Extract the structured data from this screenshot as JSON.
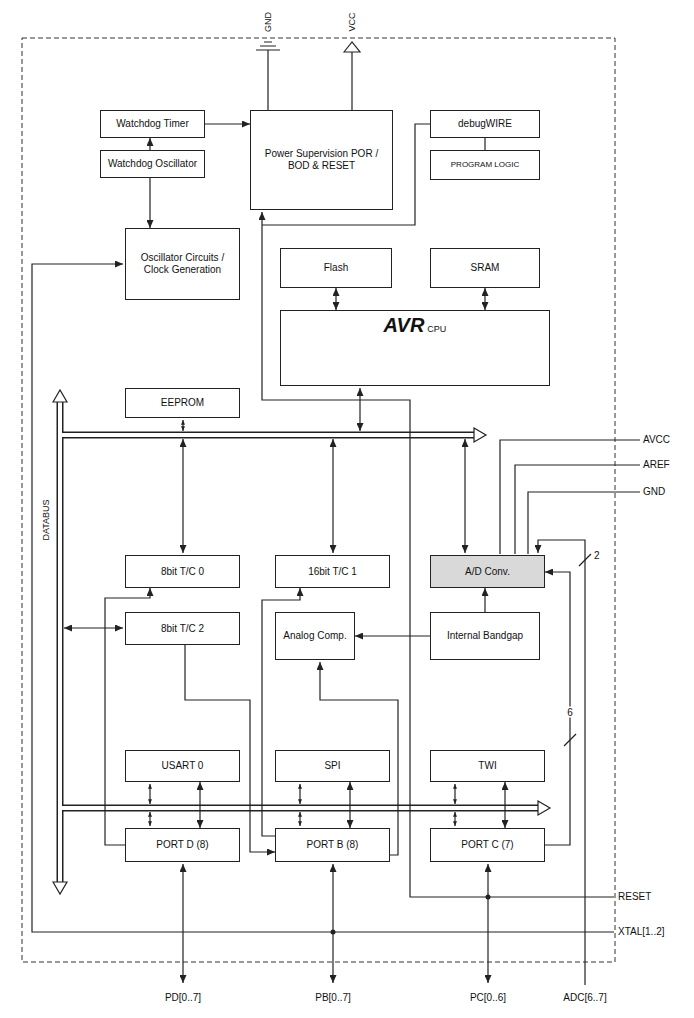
{
  "diagram": {
    "nodes": [
      {
        "text": [
          "Watchdog Timer"
        ]
      },
      {
        "text": [
          "Watchdog Oscillator"
        ]
      },
      {
        "text": [
          "Oscillator Circuits / Clock Generation"
        ]
      },
      {
        "text": [
          "Power Supervision POR / BOD & RESET"
        ]
      },
      {
        "text": [
          "debugWIRE"
        ]
      },
      {
        "text": [
          "PROGRAM LOGIC"
        ]
      },
      {
        "text": [
          "Flash"
        ]
      },
      {
        "text": [
          "SRAM"
        ]
      },
      {
        "text": [
          "AVR",
          "CPU"
        ]
      },
      {
        "text": [
          "EEPROM"
        ]
      },
      {
        "text": [
          "8bit T/C 0"
        ]
      },
      {
        "text": [
          "16bit T/C 1"
        ]
      },
      {
        "text": [
          "A/D Conv."
        ]
      },
      {
        "text": [
          "8bit T/C 2"
        ]
      },
      {
        "text": [
          "Analog Comp."
        ]
      },
      {
        "text": [
          "Internal Bandgap"
        ]
      },
      {
        "text": [
          "USART 0"
        ]
      },
      {
        "text": [
          "SPI"
        ]
      },
      {
        "text": [
          "TWI"
        ]
      },
      {
        "text": [
          "PORT D (8)"
        ]
      },
      {
        "text": [
          "PORT B (8)"
        ]
      },
      {
        "text": [
          "PORT C (7)"
        ]
      }
    ],
    "edges": [
      {
        "from": 1,
        "to": 0,
        "arrow": "to"
      },
      {
        "from": 0,
        "to": 3,
        "arrow": "to"
      },
      {
        "from": 1,
        "to": 2,
        "arrow": "to"
      },
      {
        "from": 4,
        "to": 5,
        "arrow": "none"
      },
      {
        "from": 6,
        "to": 8,
        "arrow": "both"
      },
      {
        "from": 7,
        "to": 8,
        "arrow": "both"
      },
      {
        "from": 15,
        "to": 12,
        "arrow": "to"
      },
      {
        "from": 15,
        "to": 14,
        "arrow": "to"
      },
      {
        "from": 16,
        "to": 19,
        "arrow": "both"
      },
      {
        "from": 17,
        "to": 20,
        "arrow": "both"
      },
      {
        "from": 18,
        "to": 21,
        "arrow": "both"
      },
      {
        "from": 19,
        "to": 10,
        "arrow": "to"
      },
      {
        "from": 13,
        "to": 20,
        "arrow": "to"
      },
      {
        "from": 20,
        "to": 11,
        "arrow": "to"
      },
      {
        "from": 21,
        "to": 12,
        "arrow": "to",
        "label": "6"
      }
    ],
    "labels": [
      "GND",
      "VCC",
      "DATABUS",
      "AVCC",
      "AREF",
      "GND",
      "2",
      "RESET",
      "XTAL[1..2]",
      "PD[0..7]",
      "PB[0..7]",
      "PC[0..6]",
      "ADC[6..7]"
    ]
  }
}
